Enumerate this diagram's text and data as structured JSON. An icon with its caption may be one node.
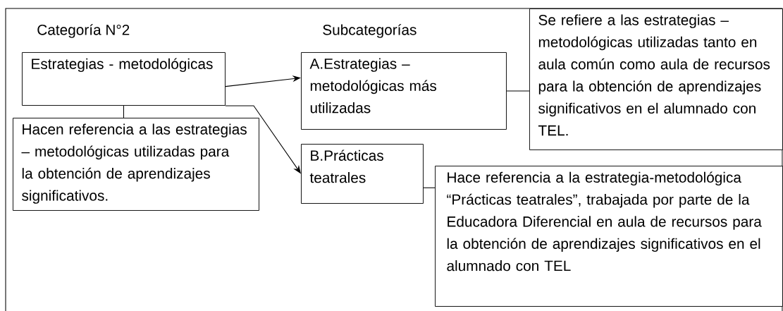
{
  "diagram": {
    "nodes": [
      {
        "text": [
          "Estrategias - metodológicas"
        ]
      },
      {
        "text": [
          "Hacen referencia a las estrategias – metodológicas utilizadas para la obtención de aprendizajes significativos."
        ]
      },
      {
        "text": [
          "A.Estrategias – metodológicas más utilizadas"
        ]
      },
      {
        "text": [
          "Se refiere a las estrategias – metodológicas utilizadas tanto en aula común como aula de recursos para la obtención de aprendizajes significativos en el alumnado con TEL."
        ]
      },
      {
        "text": [
          "B.Prácticas teatrales"
        ]
      },
      {
        "text": [
          "Hace referencia a la estrategia-metodológica “Prácticas teatrales”, trabajada por parte de la Educadora Diferencial en aula de recursos para la obtención de aprendizajes significativos en el alumnado con TEL"
        ]
      }
    ],
    "edges": [
      {
        "from": 0,
        "to": 1,
        "arrow": "none"
      },
      {
        "from": 0,
        "to": 2,
        "arrow": "to"
      },
      {
        "from": 0,
        "to": 4,
        "arrow": "to"
      },
      {
        "from": 2,
        "to": 3,
        "arrow": "none"
      },
      {
        "from": 4,
        "to": 5,
        "arrow": "none"
      }
    ],
    "labels": [
      "Categoría N°2",
      "Subcategorías"
    ]
  }
}
